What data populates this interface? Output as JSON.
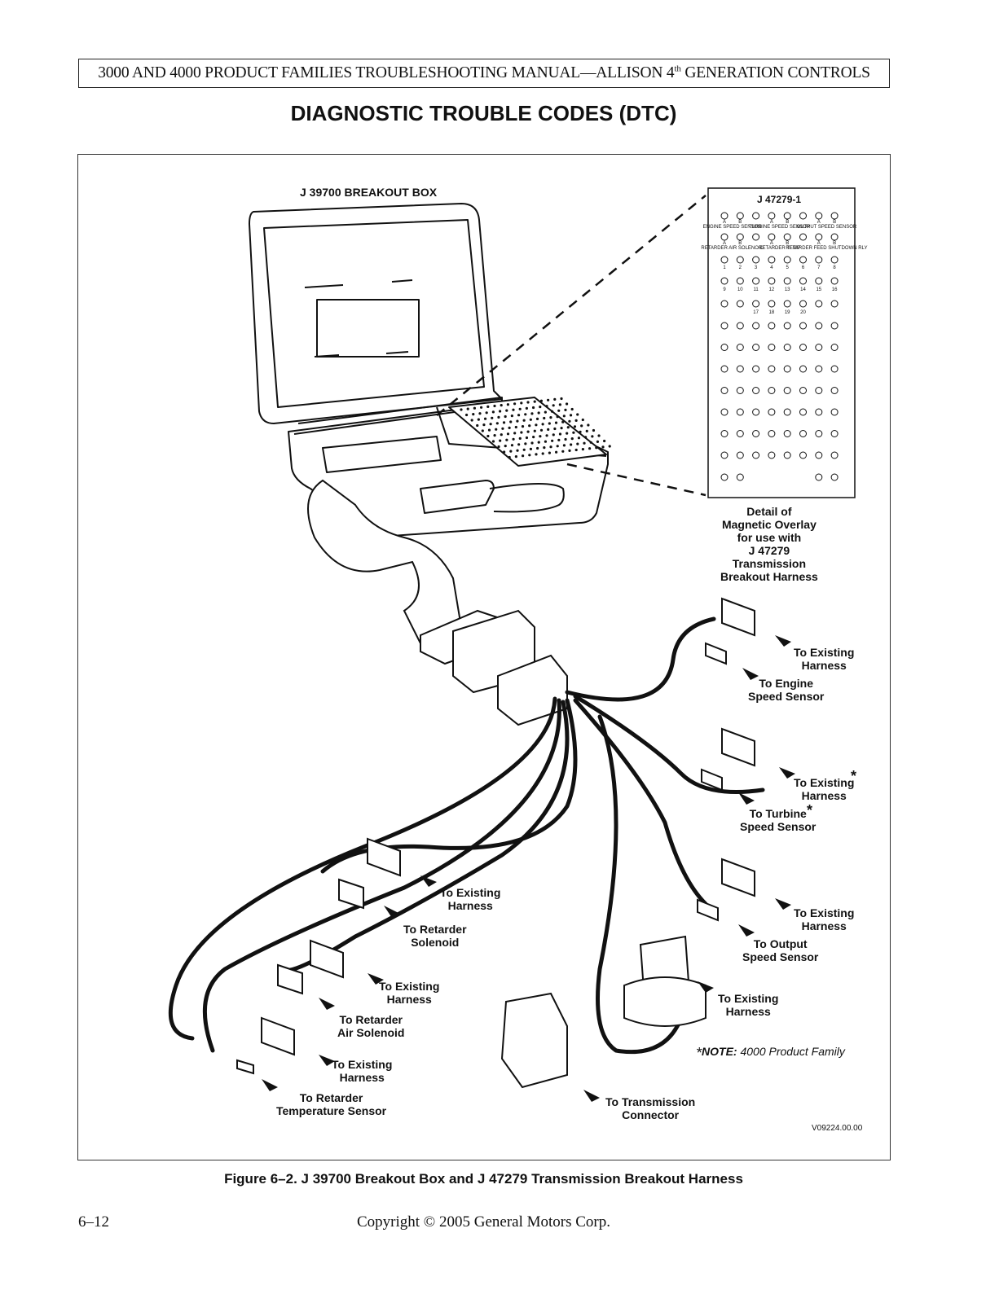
{
  "header": {
    "title_main": "3000 AND 4000 PRODUCT FAMILIES TROUBLESHOOTING MANUAL—ALLISON 4",
    "title_sup": "th",
    "title_end": " GENERATION CONTROLS"
  },
  "section_title": "DIAGNOSTIC TROUBLE CODES (DTC)",
  "figure": {
    "breakout_box_label": "J 39700  BREAKOUT BOX",
    "overlay_label": "J 47279-1",
    "overlay_cells": {
      "engine_speed": "ENGINE SPEED SENSOR",
      "turbine_speed": "TURBINE SPEED SENSOR",
      "output_speed": "OUTPUT SPEED SENSOR",
      "retarder_air": "RETARDER AIR SOLENOID",
      "retarder_temp": "RETARDER TEMP",
      "retarder_feed": "RETARDER FEED SHUTDOWN RLY",
      "pin_a": "A",
      "pin_b": "B"
    },
    "pin_numbers_row1": [
      "1",
      "2",
      "3",
      "4",
      "5",
      "6",
      "7",
      "8"
    ],
    "pin_numbers_row2": [
      "9",
      "10",
      "11",
      "12",
      "13",
      "14",
      "15",
      "16"
    ],
    "pin_numbers_row3": [
      "17",
      "18",
      "19",
      "20"
    ],
    "overlay_detail": "Detail  of\nMagnetic  Overlay\nfor use with\nJ 47279\nTransmission\nBreakout Harness",
    "labels": {
      "existing_1": "To Existing\nHarness",
      "engine_speed": "To Engine\nSpeed Sensor",
      "existing_2": "To Existing\nHarness",
      "turbine_speed": "To Turbine\nSpeed Sensor",
      "existing_3": "To Existing\nHarness",
      "output_speed": "To Output\nSpeed Sensor",
      "existing_4": "To Existing\nHarness",
      "existing_5": "To Existing\nHarness",
      "retarder_solenoid": "To Retarder\nSolenoid",
      "existing_6": "To Existing\nHarness",
      "retarder_air": "To Retarder\nAir Solenoid",
      "existing_7": "To Existing\nHarness",
      "retarder_temp": "To Retarder\nTemperature Sensor",
      "trans_connector": "To Transmission\nConnector"
    },
    "star": "*",
    "note_label": "NOTE:",
    "note_text": " 4000 Product Family",
    "figure_id": "V09224.00.00"
  },
  "caption": "Figure 6–2.  J 39700 Breakout Box and J 47279 Transmission Breakout Harness",
  "footer": {
    "page_number": "6–12",
    "copyright": "Copyright © 2005 General Motors Corp."
  }
}
